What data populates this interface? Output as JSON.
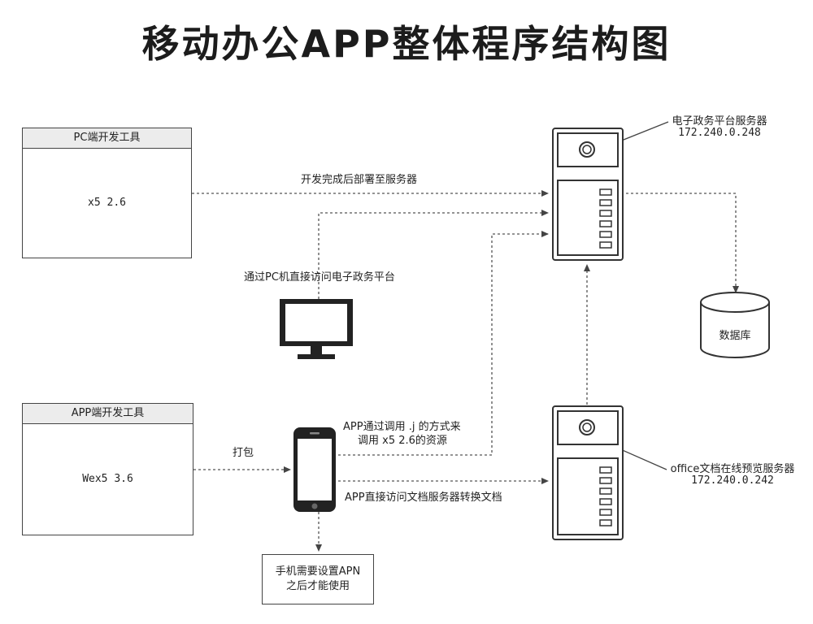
{
  "title": "移动办公APP整体程序结构图",
  "pc_tool": {
    "header": "PC端开发工具",
    "body": "x5 2.6"
  },
  "app_tool": {
    "header": "APP端开发工具",
    "body": "Wex5 3.6"
  },
  "gov_server": {
    "name": "电子政务平台服务器",
    "ip": "172.240.0.248"
  },
  "office_server": {
    "name": "office文档在线预览服务器",
    "ip": "172.240.0.242"
  },
  "database": {
    "label": "数据库"
  },
  "edges": {
    "deploy": "开发完成后部署至服务器",
    "pc_access": "通过PC机直接访问电子政务平台",
    "package": "打包",
    "app_call_line1": "APP通过调用 .j 的方式来",
    "app_call_line2": "调用 x5 2.6的资源",
    "app_doc": "APP直接访问文档服务器转换文档"
  },
  "phone_note": {
    "line1": "手机需要设置APN",
    "line2": "之后才能使用"
  },
  "colors": {
    "line": "#444444",
    "header_bg": "#ececec",
    "text": "#222222"
  }
}
